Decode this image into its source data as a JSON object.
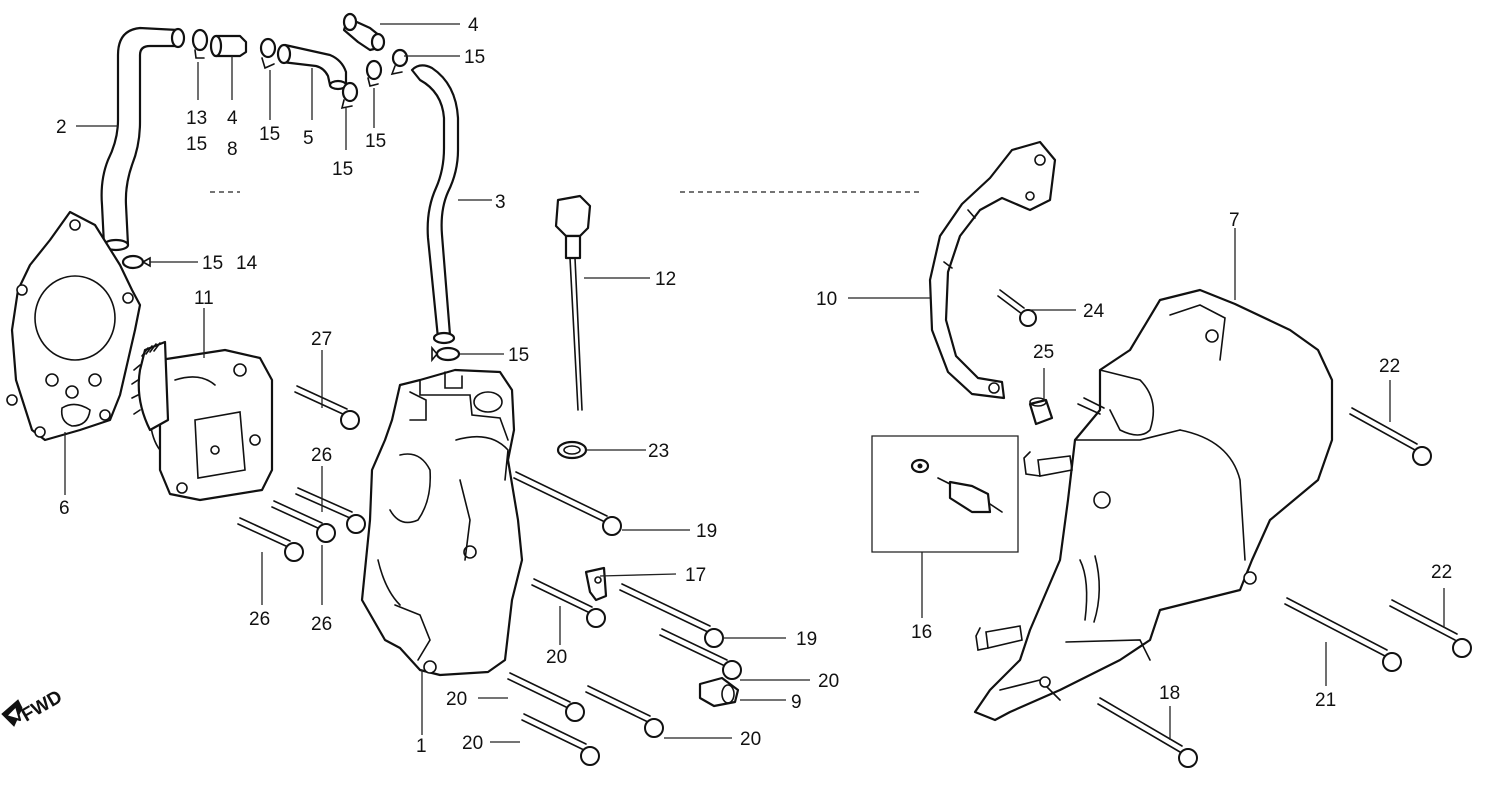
{
  "diagram": {
    "fwd_label": "FWD",
    "labels": {
      "p1": "1",
      "p2": "2",
      "p3": "3",
      "p4_top": "4",
      "p4_left": "4",
      "p5": "5",
      "p6": "6",
      "p7": "7",
      "p8": "8",
      "p9": "9",
      "p10": "10",
      "p11": "11",
      "p12": "12",
      "p13": "13",
      "p14": "14",
      "p15_a": "15",
      "p15_b": "15",
      "p15_c": "15",
      "p15_d": "15",
      "p15_e": "15",
      "p15_f": "15",
      "p15_g": "15",
      "p16": "16",
      "p17": "17",
      "p18": "18",
      "p19_a": "19",
      "p19_b": "19",
      "p20_a": "20",
      "p20_b": "20",
      "p20_c": "20",
      "p20_d": "20",
      "p20_e": "20",
      "p21": "21",
      "p22_a": "22",
      "p22_b": "22",
      "p23": "23",
      "p24": "24",
      "p25": "25",
      "p26_a": "26",
      "p26_b": "26",
      "p26_c": "26",
      "p27": "27"
    }
  }
}
